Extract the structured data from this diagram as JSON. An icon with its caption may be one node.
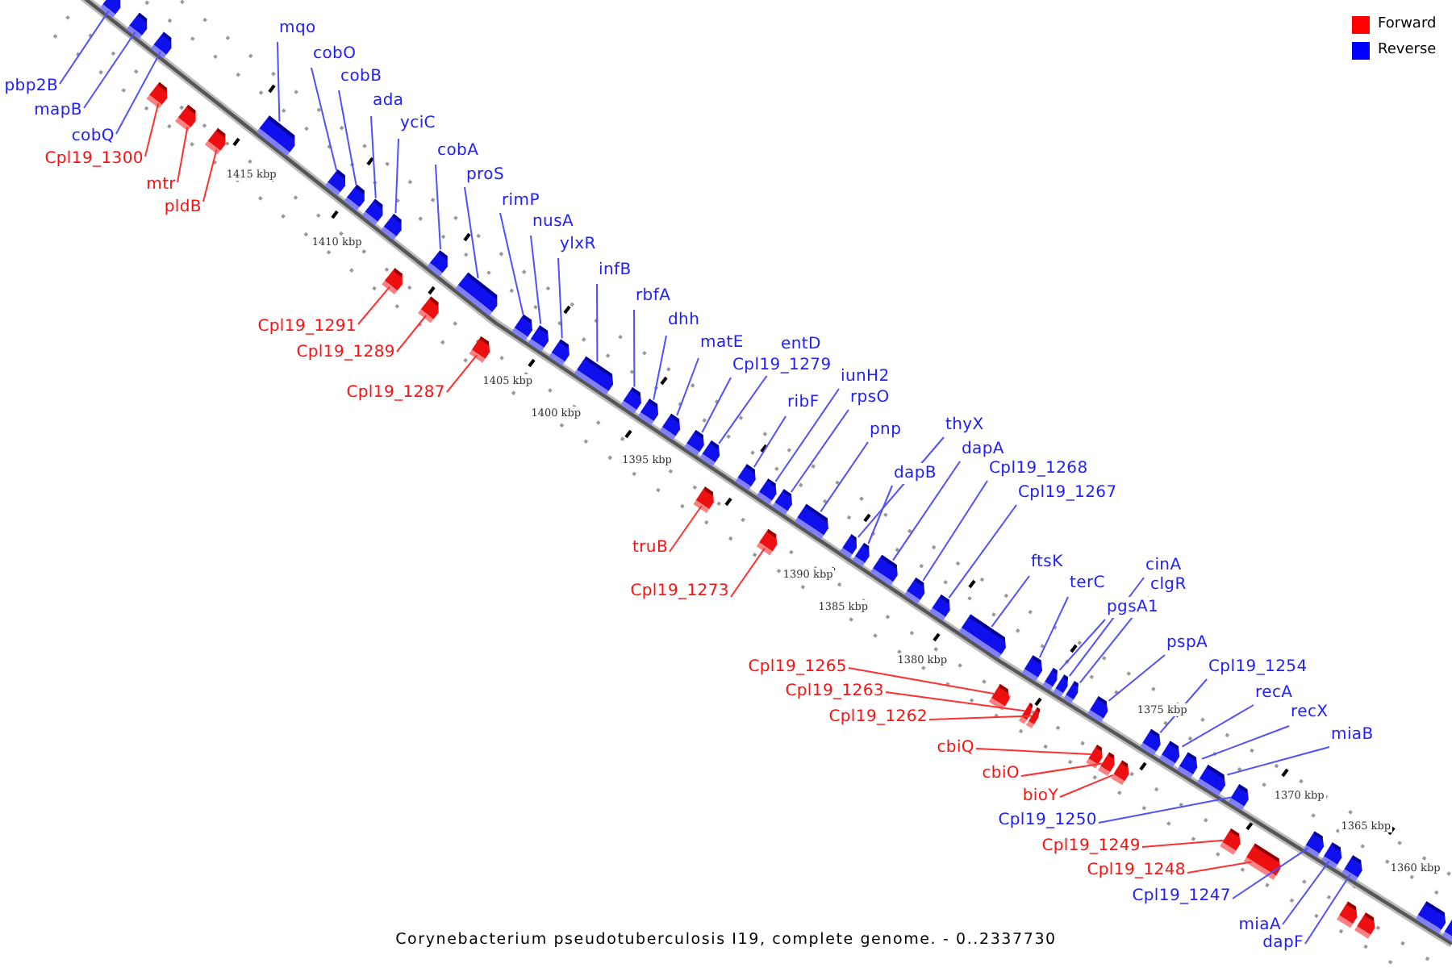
{
  "diagram": {
    "caption": "Corynebacterium pseudotuberculosis I19, complete genome. - 0..2337730",
    "nodes": [
      {
        "text": [
          "mqo"
        ]
      },
      {
        "text": [
          "cobO"
        ]
      },
      {
        "text": [
          "cobB"
        ]
      },
      {
        "text": [
          "pbp2B"
        ]
      },
      {
        "text": [
          "ada"
        ]
      },
      {
        "text": [
          "mapB"
        ]
      },
      {
        "text": [
          "yciC"
        ]
      },
      {
        "text": [
          "cobQ"
        ]
      },
      {
        "text": [
          "cobA"
        ]
      },
      {
        "text": [
          "Cpl19_1300"
        ]
      },
      {
        "text": [
          "proS"
        ]
      },
      {
        "text": [
          "mtr"
        ]
      },
      {
        "text": [
          "rimP"
        ]
      },
      {
        "text": [
          "pldB"
        ]
      },
      {
        "text": [
          "nusA"
        ]
      },
      {
        "text": [
          "ylxR"
        ]
      },
      {
        "text": [
          "infB"
        ]
      },
      {
        "text": [
          "rbfA"
        ]
      },
      {
        "text": [
          "dhh"
        ]
      },
      {
        "text": [
          "Cpl19_1291"
        ]
      },
      {
        "text": [
          "matE"
        ]
      },
      {
        "text": [
          "entD"
        ]
      },
      {
        "text": [
          "Cpl19_1289"
        ]
      },
      {
        "text": [
          "Cpl19_1279"
        ]
      },
      {
        "text": [
          "iunH2"
        ]
      },
      {
        "text": [
          "Cpl19_1287"
        ]
      },
      {
        "text": [
          "rpsO"
        ]
      },
      {
        "text": [
          "ribF"
        ]
      },
      {
        "text": [
          "thyX"
        ]
      },
      {
        "text": [
          "pnp"
        ]
      },
      {
        "text": [
          "dapA"
        ]
      },
      {
        "text": [
          "Cpl19_1268"
        ]
      },
      {
        "text": [
          "dapB"
        ]
      },
      {
        "text": [
          "Cpl19_1267"
        ]
      },
      {
        "text": [
          "truB"
        ]
      },
      {
        "text": [
          "ftsK"
        ]
      },
      {
        "text": [
          "cinA"
        ]
      },
      {
        "text": [
          "terC"
        ]
      },
      {
        "text": [
          "clgR"
        ]
      },
      {
        "text": [
          "Cpl19_1273"
        ]
      },
      {
        "text": [
          "pgsA1"
        ]
      },
      {
        "text": [
          "pspA"
        ]
      },
      {
        "text": [
          "Cpl19_1265"
        ]
      },
      {
        "text": [
          "Cpl19_1254"
        ]
      },
      {
        "text": [
          "Cpl19_1263"
        ]
      },
      {
        "text": [
          "recA"
        ]
      },
      {
        "text": [
          "recX"
        ]
      },
      {
        "text": [
          "Cpl19_1262"
        ]
      },
      {
        "text": [
          "miaB"
        ]
      },
      {
        "text": [
          "cbiQ"
        ]
      },
      {
        "text": [
          "cbiO"
        ]
      },
      {
        "text": [
          "bioY"
        ]
      },
      {
        "text": [
          "Cpl19_1250"
        ]
      },
      {
        "text": [
          "Cpl19_1249"
        ]
      },
      {
        "text": [
          "Cpl19_1248"
        ]
      },
      {
        "text": [
          "Cpl19_1247"
        ]
      },
      {
        "text": [
          "miaA"
        ]
      },
      {
        "text": [
          "dapF"
        ]
      },
      {
        "text": [],
        "shape": "box"
      },
      {
        "text": [],
        "shape": "box"
      },
      {
        "text": [],
        "shape": "box"
      },
      {
        "text": [],
        "shape": "box"
      },
      {
        "text": [],
        "shape": "box"
      },
      {
        "text": [],
        "shape": "box"
      },
      {
        "text": [],
        "shape": "box"
      },
      {
        "text": [],
        "shape": "box"
      },
      {
        "text": [],
        "shape": "box"
      },
      {
        "text": [],
        "shape": "box"
      },
      {
        "text": [],
        "shape": "box"
      },
      {
        "text": [],
        "shape": "box"
      },
      {
        "text": [],
        "shape": "box"
      },
      {
        "text": [],
        "shape": "box"
      },
      {
        "text": [],
        "shape": "box"
      },
      {
        "text": [],
        "shape": "box"
      },
      {
        "text": [],
        "shape": "box"
      },
      {
        "text": [],
        "shape": "box"
      },
      {
        "text": [],
        "shape": "box"
      },
      {
        "text": [],
        "shape": "box"
      },
      {
        "text": [],
        "shape": "box"
      },
      {
        "text": [],
        "shape": "box"
      },
      {
        "text": [],
        "shape": "box"
      },
      {
        "text": [],
        "shape": "box"
      },
      {
        "text": [],
        "shape": "box"
      },
      {
        "text": [],
        "shape": "box"
      },
      {
        "text": [],
        "shape": "box"
      },
      {
        "text": [],
        "shape": "box"
      },
      {
        "text": [],
        "shape": "box"
      },
      {
        "text": [],
        "shape": "box"
      },
      {
        "text": [],
        "shape": "box"
      },
      {
        "text": [],
        "shape": "box"
      },
      {
        "text": [],
        "shape": "box"
      },
      {
        "text": [],
        "shape": "box"
      },
      {
        "text": [],
        "shape": "box"
      },
      {
        "text": [],
        "shape": "box"
      },
      {
        "text": [],
        "shape": "box"
      },
      {
        "text": [],
        "shape": "box"
      },
      {
        "text": [],
        "shape": "box"
      },
      {
        "text": [],
        "shape": "box"
      },
      {
        "text": [],
        "shape": "box"
      },
      {
        "text": [],
        "shape": "box"
      },
      {
        "text": [],
        "shape": "box"
      },
      {
        "text": [],
        "shape": "box"
      },
      {
        "text": [],
        "shape": "box"
      },
      {
        "text": [],
        "shape": "box"
      },
      {
        "text": [],
        "shape": "box"
      },
      {
        "text": [],
        "shape": "box"
      },
      {
        "text": [],
        "shape": "box"
      },
      {
        "text": [],
        "shape": "box"
      },
      {
        "text": [],
        "shape": "box"
      },
      {
        "text": [],
        "shape": "box"
      },
      {
        "text": [],
        "shape": "box"
      },
      {
        "text": [],
        "shape": "box"
      },
      {
        "text": [],
        "shape": "box"
      },
      {
        "text": [],
        "shape": "box"
      },
      {
        "text": [],
        "shape": "box"
      },
      {
        "text": [],
        "shape": "box"
      },
      {
        "text": [],
        "shape": "box"
      },
      {
        "text": [],
        "shape": "box"
      },
      {
        "text": [],
        "shape": "box"
      },
      {
        "text": [],
        "shape": "box"
      }
    ],
    "edges": [
      {
        "from": 0,
        "to": 58,
        "arrow": "none"
      },
      {
        "from": 1,
        "to": 59,
        "arrow": "none"
      },
      {
        "from": 2,
        "to": 60,
        "arrow": "none"
      },
      {
        "from": 3,
        "to": 61,
        "arrow": "none"
      },
      {
        "from": 4,
        "to": 62,
        "arrow": "none"
      },
      {
        "from": 5,
        "to": 63,
        "arrow": "none"
      },
      {
        "from": 6,
        "to": 64,
        "arrow": "none"
      },
      {
        "from": 7,
        "to": 65,
        "arrow": "none"
      },
      {
        "from": 8,
        "to": 66,
        "arrow": "none"
      },
      {
        "from": 9,
        "to": 67,
        "arrow": "none",
        "color": "#ff3030"
      },
      {
        "from": 10,
        "to": 68,
        "arrow": "none"
      },
      {
        "from": 11,
        "to": 69,
        "arrow": "none",
        "color": "#ff3030"
      },
      {
        "from": 12,
        "to": 70,
        "arrow": "none"
      },
      {
        "from": 13,
        "to": 71,
        "arrow": "none",
        "color": "#ff3030"
      },
      {
        "from": 14,
        "to": 72,
        "arrow": "none"
      },
      {
        "from": 15,
        "to": 73,
        "arrow": "none"
      },
      {
        "from": 16,
        "to": 74,
        "arrow": "none"
      },
      {
        "from": 17,
        "to": 75,
        "arrow": "none"
      },
      {
        "from": 18,
        "to": 76,
        "arrow": "none"
      },
      {
        "from": 19,
        "to": 77,
        "arrow": "none",
        "color": "#ff3030"
      },
      {
        "from": 20,
        "to": 78,
        "arrow": "none"
      },
      {
        "from": 21,
        "to": 79,
        "arrow": "none"
      },
      {
        "from": 22,
        "to": 80,
        "arrow": "none",
        "color": "#ff3030"
      },
      {
        "from": 23,
        "to": 81,
        "arrow": "none"
      },
      {
        "from": 24,
        "to": 82,
        "arrow": "none"
      },
      {
        "from": 25,
        "to": 83,
        "arrow": "none",
        "color": "#ff3030"
      },
      {
        "from": 26,
        "to": 84,
        "arrow": "none"
      },
      {
        "from": 27,
        "to": 85,
        "arrow": "none"
      },
      {
        "from": 28,
        "to": 86,
        "arrow": "none"
      },
      {
        "from": 29,
        "to": 87,
        "arrow": "none"
      },
      {
        "from": 30,
        "to": 88,
        "arrow": "none"
      },
      {
        "from": 31,
        "to": 89,
        "arrow": "none"
      },
      {
        "from": 32,
        "to": 90,
        "arrow": "none"
      },
      {
        "from": 33,
        "to": 91,
        "arrow": "none"
      },
      {
        "from": 34,
        "to": 92,
        "arrow": "none",
        "color": "#ff3030"
      },
      {
        "from": 35,
        "to": 93,
        "arrow": "none"
      },
      {
        "from": 36,
        "to": 94,
        "arrow": "none"
      },
      {
        "from": 37,
        "to": 95,
        "arrow": "none"
      },
      {
        "from": 38,
        "to": 96,
        "arrow": "none"
      },
      {
        "from": 39,
        "to": 97,
        "arrow": "none",
        "color": "#ff3030"
      },
      {
        "from": 40,
        "to": 98,
        "arrow": "none"
      },
      {
        "from": 41,
        "to": 99,
        "arrow": "none"
      },
      {
        "from": 42,
        "to": 100,
        "arrow": "none",
        "color": "#ff3030"
      },
      {
        "from": 43,
        "to": 101,
        "arrow": "none"
      },
      {
        "from": 44,
        "to": 102,
        "arrow": "none",
        "color": "#ff3030"
      },
      {
        "from": 45,
        "to": 103,
        "arrow": "none"
      },
      {
        "from": 46,
        "to": 104,
        "arrow": "none"
      },
      {
        "from": 47,
        "to": 105,
        "arrow": "none",
        "color": "#ff3030"
      },
      {
        "from": 48,
        "to": 106,
        "arrow": "none"
      },
      {
        "from": 49,
        "to": 107,
        "arrow": "none",
        "color": "#ff3030"
      },
      {
        "from": 50,
        "to": 108,
        "arrow": "none",
        "color": "#ff3030"
      },
      {
        "from": 51,
        "to": 109,
        "arrow": "none",
        "color": "#ff3030"
      },
      {
        "from": 52,
        "to": 110,
        "arrow": "none"
      },
      {
        "from": 53,
        "to": 111,
        "arrow": "none",
        "color": "#ff3030"
      },
      {
        "from": 54,
        "to": 112,
        "arrow": "none",
        "color": "#ff3030"
      },
      {
        "from": 55,
        "to": 113,
        "arrow": "none"
      },
      {
        "from": 56,
        "to": 114,
        "arrow": "none"
      },
      {
        "from": 57,
        "to": 115,
        "arrow": "none"
      }
    ],
    "labels": [
      "1415 kbp",
      "1410 kbp",
      "1405 kbp",
      "1400 kbp",
      "1395 kbp",
      "1390 kbp",
      "1385 kbp",
      "1380 kbp",
      "1375 kbp",
      "1370 kbp",
      "1365 kbp",
      "1360 kbp"
    ],
    "legend": [
      {
        "text": "Forward",
        "color": "#ff0000"
      },
      {
        "text": "Reverse",
        "color": "#0000ff"
      }
    ]
  }
}
